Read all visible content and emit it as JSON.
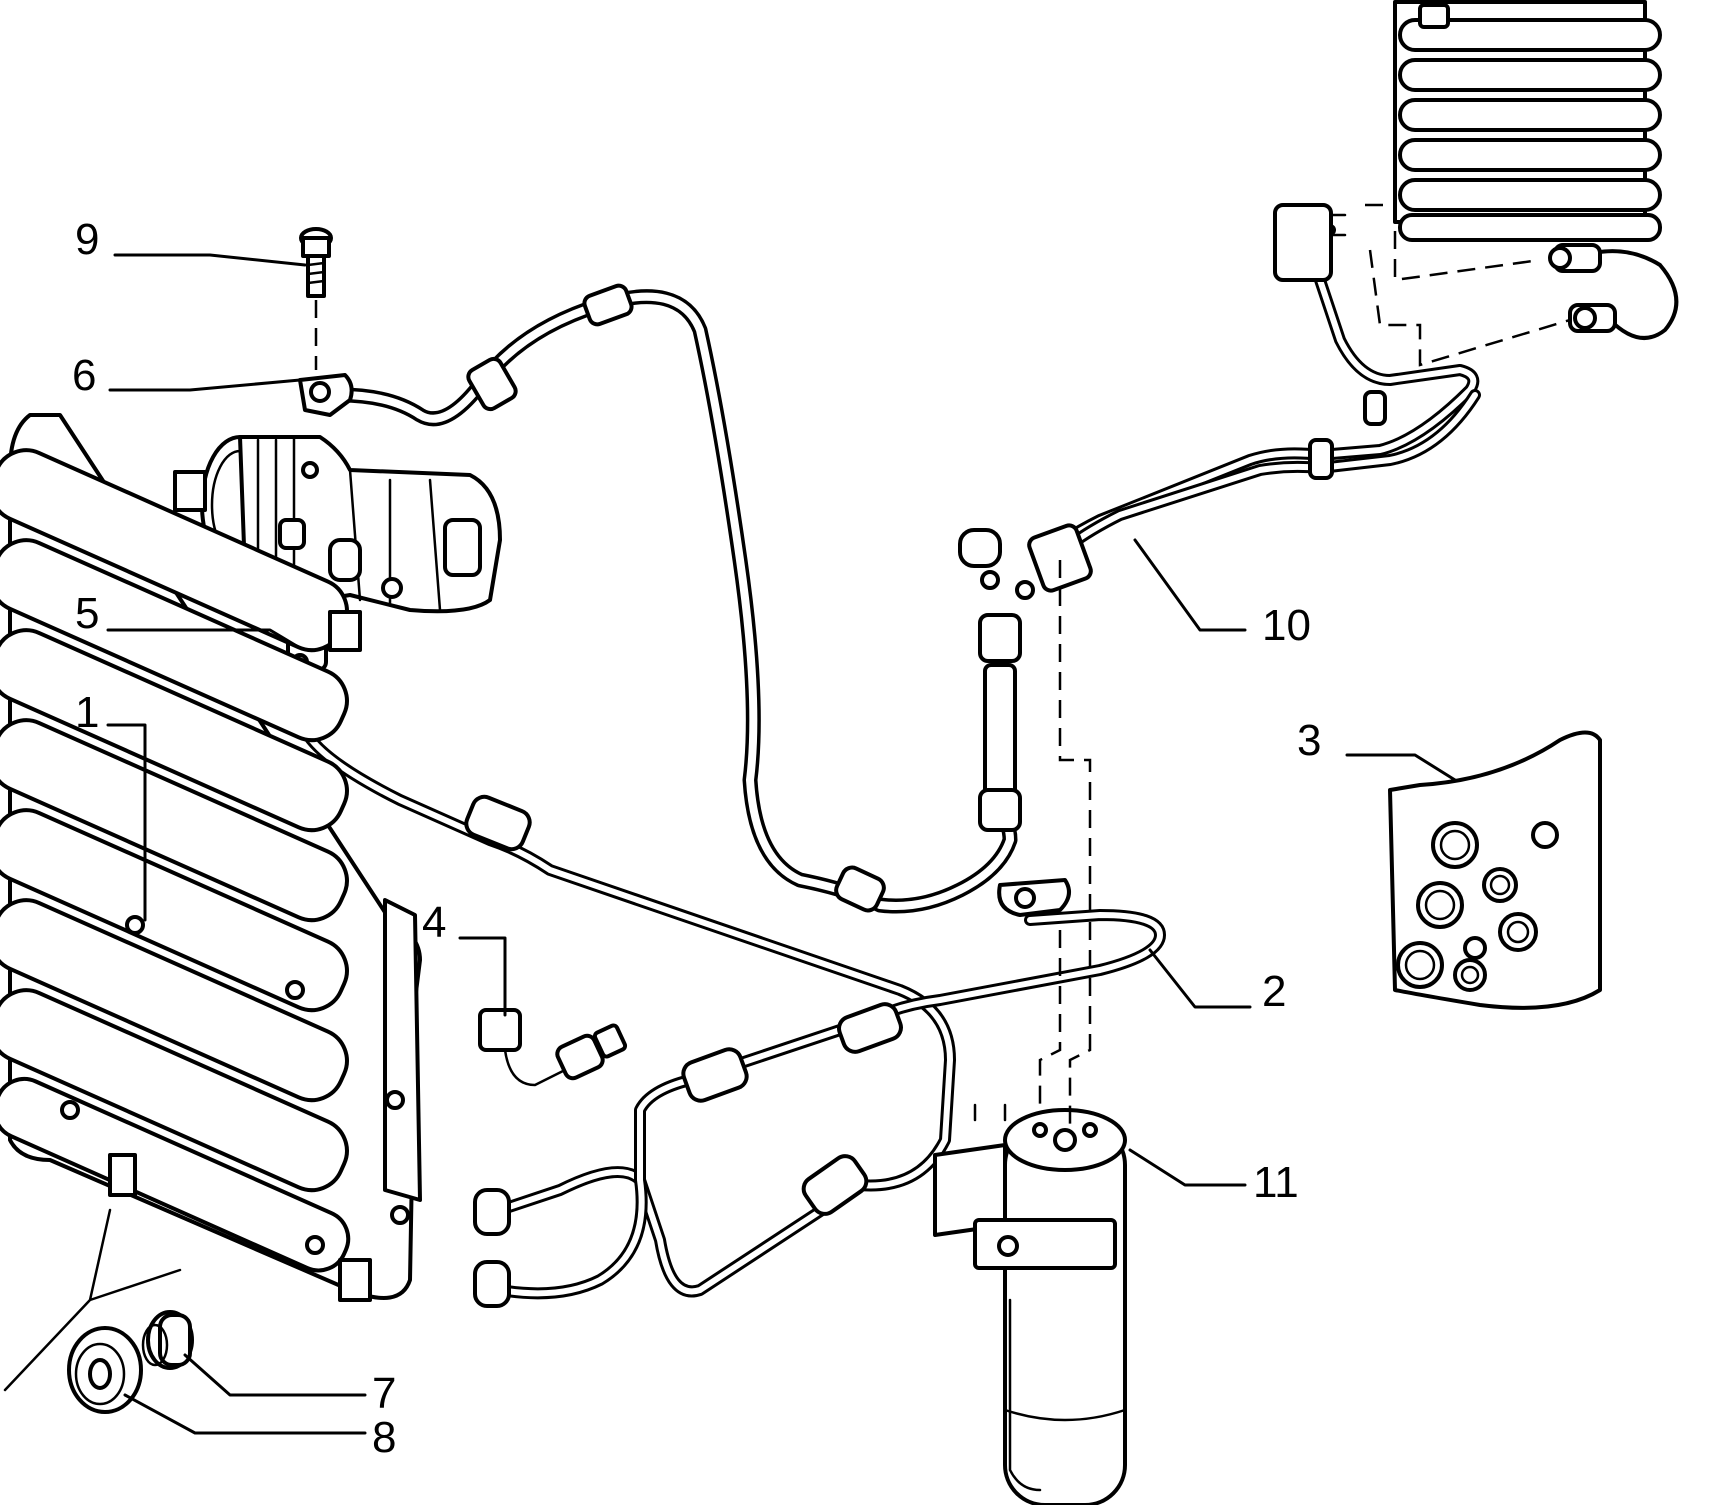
{
  "diagram": {
    "callouts": [
      {
        "id": "1",
        "label": "1",
        "part": "condenser"
      },
      {
        "id": "2",
        "label": "2",
        "part": "condenser-to-drier-line"
      },
      {
        "id": "3",
        "label": "3",
        "part": "seal-kit"
      },
      {
        "id": "4",
        "label": "4",
        "part": "pressure-switch"
      },
      {
        "id": "5",
        "label": "5",
        "part": "compressor-discharge-line"
      },
      {
        "id": "6",
        "label": "6",
        "part": "suction-line"
      },
      {
        "id": "7",
        "label": "7",
        "part": "bushing"
      },
      {
        "id": "8",
        "label": "8",
        "part": "rubber-mount"
      },
      {
        "id": "9",
        "label": "9",
        "part": "bolt"
      },
      {
        "id": "10",
        "label": "10",
        "part": "evaporator-lines"
      },
      {
        "id": "11",
        "label": "11",
        "part": "receiver-drier"
      }
    ]
  }
}
